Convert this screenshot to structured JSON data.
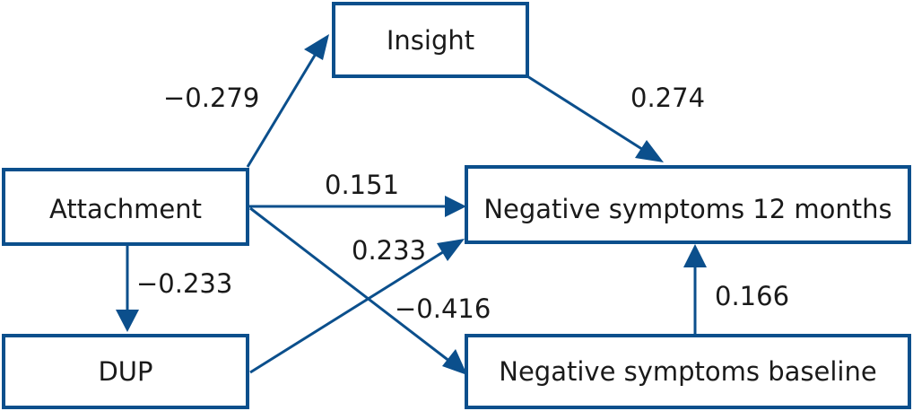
{
  "nodes": {
    "insight": "Insight",
    "attachment": "Attachment",
    "dup": "DUP",
    "neg12": "Negative symptoms 12 months",
    "negbase": "Negative symptoms baseline"
  },
  "edges": {
    "attachment_insight": "−0.279",
    "insight_neg12": "0.274",
    "attachment_neg12": "0.151",
    "dup_neg12": "0.233",
    "attachment_dup": "−0.233",
    "attachment_negbase": "−0.416",
    "negbase_neg12": "0.166"
  },
  "colors": {
    "stroke": "#0b4f8c",
    "text": "#1a1a1a"
  }
}
